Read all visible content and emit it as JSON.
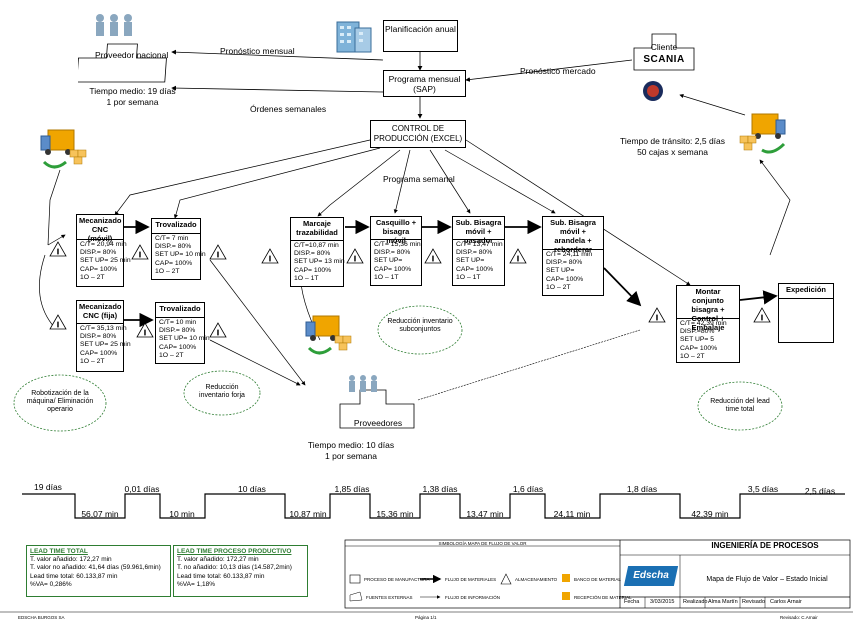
{
  "top": {
    "planning": "Planificación anual",
    "program": "Programa mensual (SAP)",
    "control": "CONTROL DE PRODUCCIÓN (EXCEL)",
    "forecast_monthly": "Pronóstico mensual",
    "weekly_orders": "Órdenes semanales",
    "forecast_market": "Pronóstico mercado",
    "weekly_program": "Programa semanal"
  },
  "supplier_national": {
    "name": "Proveedor nacional",
    "time_line1": "Tiempo medio: 19 días",
    "time_line2": "1 por semana"
  },
  "client": {
    "label": "Cliente",
    "brand": "SCANIA",
    "transit1": "Tiempo de tránsito: 2,5 días",
    "transit2": "50 cajas x semana"
  },
  "suppliers": {
    "name": "Proveedores",
    "time1": "Tiempo medio: 10 días",
    "time2": "1 por semana"
  },
  "processes": [
    {
      "title": "Mecanizado CNC (móvil)",
      "ct": "C/T= 20,94 min",
      "disp": "DISP.= 80%",
      "setup": "SET UP= 25 min",
      "cap": "CAP= 100%",
      "shift": "1O – 2T"
    },
    {
      "title": "Trovalizado",
      "ct": "C/T= 7 min",
      "disp": "DISP.= 80%",
      "setup": "SET UP= 10 min",
      "cap": "CAP= 100%",
      "shift": "1O – 2T"
    },
    {
      "title": "Mecanizado CNC (fija)",
      "ct": "C/T= 35,13 min",
      "disp": "DISP.= 80%",
      "setup": "SET UP= 25 min",
      "cap": "CAP= 100%",
      "shift": "1O – 2T"
    },
    {
      "title": "Trovalizado",
      "ct": "C/T= 10 min",
      "disp": "DISP.= 80%",
      "setup": "SET UP= 10 min",
      "cap": "CAP= 100%",
      "shift": "1O – 2T"
    },
    {
      "title": "Marcaje trazabilidad",
      "ct": "C/T=10,87 min",
      "disp": "DISP.= 80%",
      "setup": "SET UP= 13 min",
      "cap": "CAP= 100%",
      "shift": "1O – 1T"
    },
    {
      "title": "Casquillo + bisagra móvil",
      "ct": "C/T= 15,36 min",
      "disp": "DISP.= 80%",
      "setup": "SET UP=",
      "cap": "CAP= 100%",
      "shift": "1O – 1T"
    },
    {
      "title": "Sub. Bisagra móvil + pasador",
      "ct": "C/T= 13,47 min",
      "disp": "DISP.= 80%",
      "setup": "SET UP=",
      "cap": "CAP= 100%",
      "shift": "1O – 1T"
    },
    {
      "title": "Sub. Bisagra móvil + arandela + reborderar",
      "ct": "C/T= 24,11 min",
      "disp": "DISP.= 80%",
      "setup": "SET UP=",
      "cap": "CAP= 100%",
      "shift": "1O – 2T"
    },
    {
      "title": "Montar conjunto bisagra + Control + Embalaje",
      "ct": "C/T= 42,39 min",
      "disp": "DISP.=80%",
      "setup": "SET UP= 5",
      "cap": "CAP= 100%",
      "shift": "1O – 2T"
    }
  ],
  "shipping": "Expedición",
  "kaizen": {
    "robot": "Robotización de la máquina/ Eliminación operario",
    "forge": "Reducción inventario forja",
    "subassy": "Reducción inventario subconjuntos",
    "lead": "Reducción del lead time total"
  },
  "timeline": {
    "top": [
      "19 días",
      "0,01 días",
      "10 días",
      "1,85 días",
      "1,38 días",
      "1,6 días",
      "1,8 días",
      "3,5 días",
      "2,5 días"
    ],
    "bottom": [
      "56,07 min",
      "10 min",
      "10,87 min",
      "15,36 min",
      "13,47 min",
      "24,11 min",
      "42,39 min"
    ]
  },
  "summary1": {
    "title": "LEAD TIME TOTAL",
    "l1": "T. valor añadido: 172,27 min",
    "l2": "T. valor no añadido: 41,64 días (59.961,6min)",
    "l3": "Lead time total: 60.133,87 min",
    "l4": "%VA= 0,286%"
  },
  "summary2": {
    "title": "LEAD TIME PROCESO PRODUCTIVO",
    "l1": "T. valor añadido: 172,27 min",
    "l2": "T. no añadido: 10,13 días (14.587,2min)",
    "l3": "Lead time total: 60.133,87 min",
    "l4": "%VA= 1,18%"
  },
  "legend": {
    "title": "SIMBOLOGÍA MAPA DE FLUJO DE VALOR",
    "process": "PROCESO DE MANUFACTURA",
    "material": "FLUJO DE MATERIALES",
    "storage": "ALMACENAMIENTO",
    "material_bank": "BANCO DE MATERIAL",
    "external": "FUENTES EXTERNAS",
    "info": "FLUJO DE INFORMACIÓN",
    "receipt": "RECEPCIÓN DE MATERIAL"
  },
  "titleblock": {
    "dept": "INGENIERÍA DE PROCESOS",
    "company": "Edscha",
    "doc": "Mapa de Flujo de Valor – Estado Inicial",
    "fecha_l": "Fecha",
    "fecha_v": "3/03/2015",
    "realizado_l": "Realizado",
    "realizado_v": "Alma Martín",
    "revisado_l": "Revisado",
    "revisado_v": "Carlos Arnair"
  },
  "footer": {
    "left": "EDSCHA BURGOS SA",
    "page": "Página 1/1",
    "right": "Revisado: C.Arnair"
  },
  "colors": {
    "kaizen_border": "#2e7d32",
    "summary_green": "#2e7d32",
    "truck": "#f0a500",
    "arrow_blue": "#4a7fc0"
  }
}
